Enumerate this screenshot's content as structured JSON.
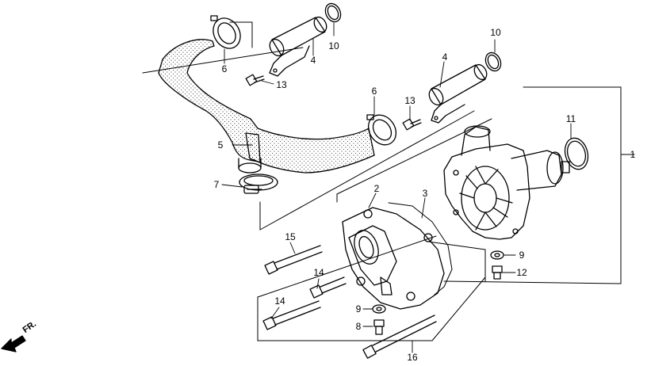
{
  "direction_label": "FR.",
  "parts": [
    {
      "id": "p1",
      "number": "1"
    },
    {
      "id": "p2",
      "number": "2"
    },
    {
      "id": "p3",
      "number": "3"
    },
    {
      "id": "p4a",
      "number": "4"
    },
    {
      "id": "p4b",
      "number": "4"
    },
    {
      "id": "p5",
      "number": "5"
    },
    {
      "id": "p6a",
      "number": "6"
    },
    {
      "id": "p6b",
      "number": "6"
    },
    {
      "id": "p7",
      "number": "7"
    },
    {
      "id": "p8",
      "number": "8"
    },
    {
      "id": "p9a",
      "number": "9"
    },
    {
      "id": "p9b",
      "number": "9"
    },
    {
      "id": "p10a",
      "number": "10"
    },
    {
      "id": "p10b",
      "number": "10"
    },
    {
      "id": "p11",
      "number": "11"
    },
    {
      "id": "p12",
      "number": "12"
    },
    {
      "id": "p13a",
      "number": "13"
    },
    {
      "id": "p13b",
      "number": "13"
    },
    {
      "id": "p14a",
      "number": "14"
    },
    {
      "id": "p14b",
      "number": "14"
    },
    {
      "id": "p15",
      "number": "15"
    },
    {
      "id": "p16",
      "number": "16"
    }
  ]
}
